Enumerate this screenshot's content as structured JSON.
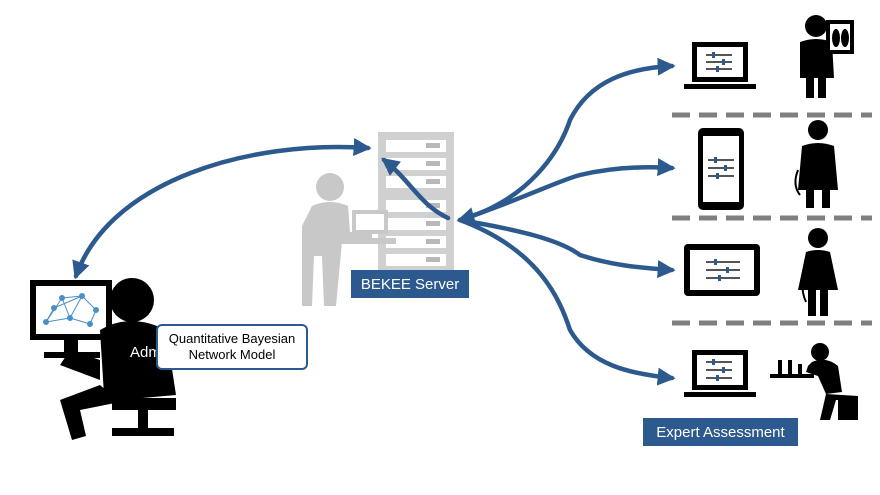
{
  "server": {
    "label": "BEKEE Server"
  },
  "admin": {
    "label": "Admin",
    "visible_label": "Adm"
  },
  "model_callout": {
    "line1": "Quantitative Bayesian",
    "line2": "Network Model"
  },
  "experts": {
    "label": "Expert Assessment"
  },
  "colors": {
    "arrow": "#2d5a8e",
    "server_gray": "#c8c8c8",
    "icon": "#000000",
    "divider": "#808080"
  },
  "icons": [
    "laptop-icon",
    "tablet-icon",
    "monitor-icon",
    "desktop-icon",
    "radiologist-icon",
    "surgeon-icon",
    "nurse-icon",
    "lab-scientist-icon",
    "server-rack-icon",
    "operator-icon",
    "admin-icon",
    "bayesian-network-icon"
  ]
}
